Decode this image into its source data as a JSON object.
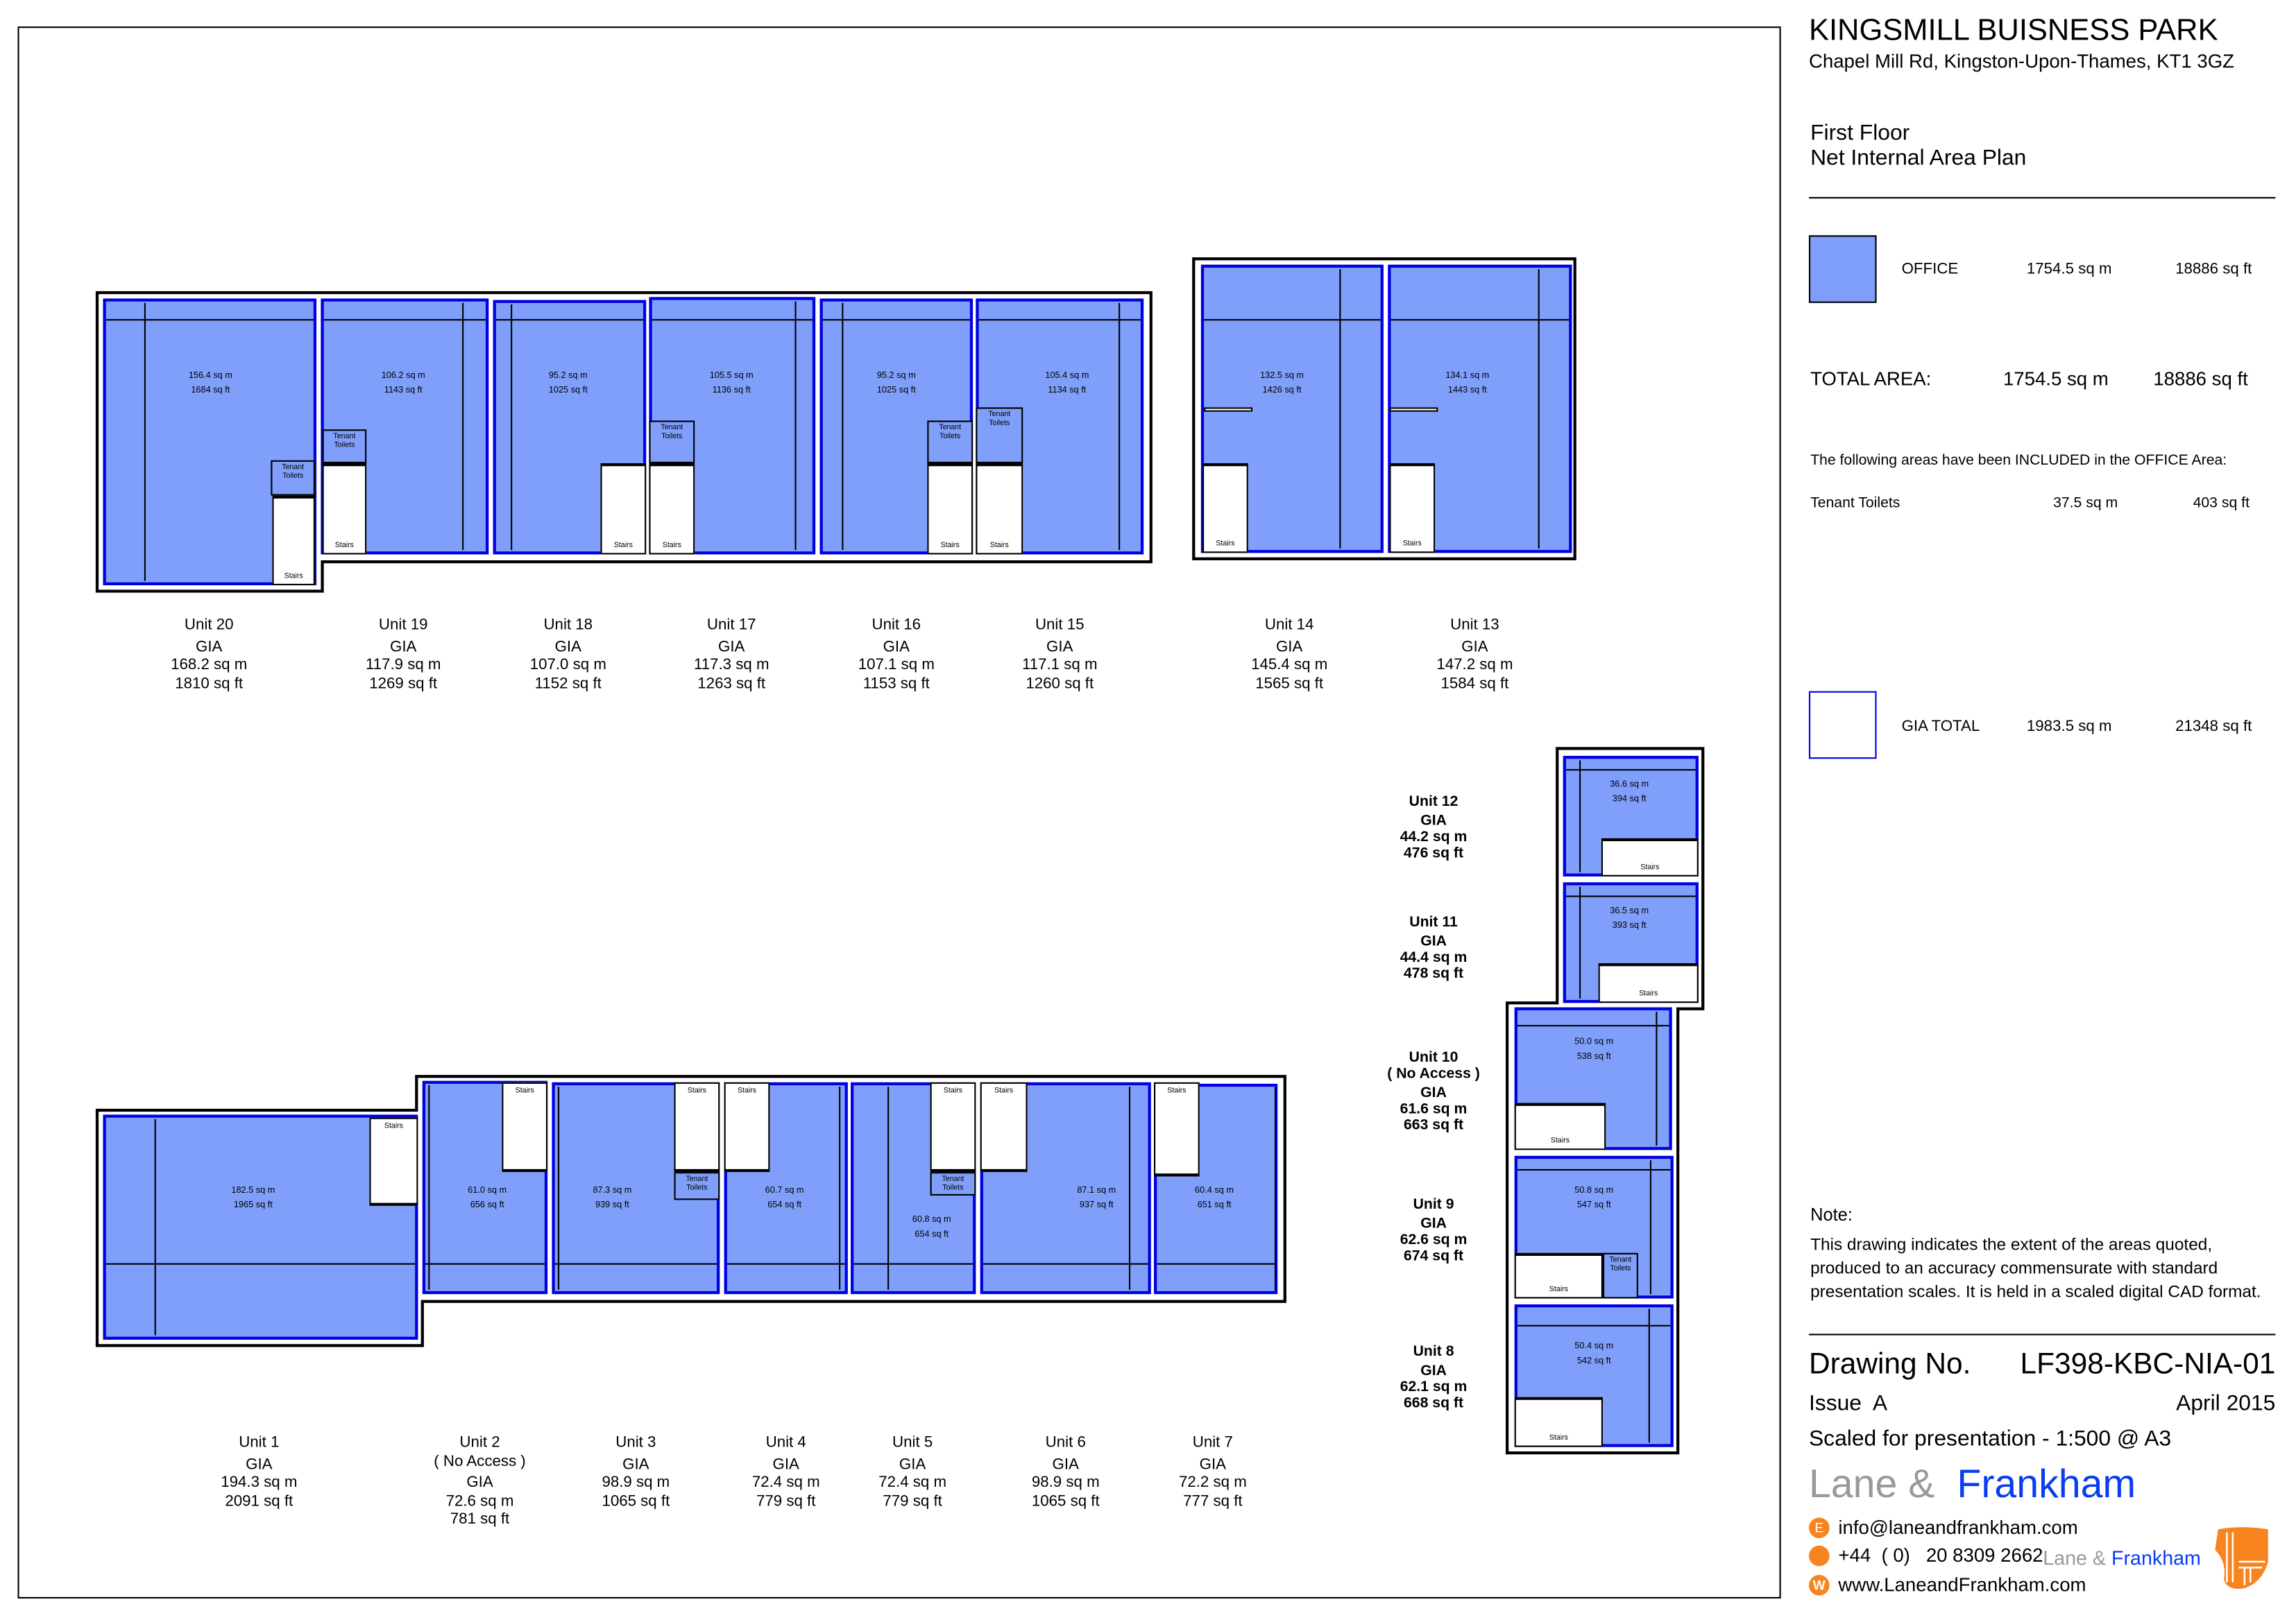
{
  "title": "KINGSMILL BUISNESS PARK",
  "address": "Chapel Mill Rd, Kingston-Upon-Thames, KT1 3GZ",
  "floor": "First Floor",
  "plan_type": "Net Internal Area Plan",
  "colors": {
    "office_fill": "#7f9ffa",
    "gia_outline": "#0000e0",
    "brand_orange": "#f7841e",
    "brand_blue": "#0a3cf0",
    "brand_gray": "#999999"
  },
  "legend": {
    "office": {
      "label": "OFFICE",
      "sqm": "1754.5 sq m",
      "sqft": "18886 sq ft"
    },
    "total": {
      "label": "TOTAL AREA:",
      "sqm": "1754.5 sq m",
      "sqft": "18886 sq ft"
    },
    "included_note": "The following areas have been INCLUDED in the OFFICE Area:",
    "included": {
      "label": "Tenant Toilets",
      "sqm": "37.5 sq m",
      "sqft": "403 sq ft"
    },
    "gia": {
      "label": "GIA TOTAL",
      "sqm": "1983.5 sq m",
      "sqft": "21348 sq ft"
    }
  },
  "rooms": {
    "stairs": "Stairs",
    "toilets": "Tenant Toilets"
  },
  "units": [
    {
      "id": "20",
      "label": "Unit 20",
      "note": "",
      "gia_label": "GIA",
      "gia_sqm": "168.2 sq m",
      "gia_sqft": "1810 sq ft",
      "office_sqm": "156.4 sq m",
      "office_sqft": "1684 sq ft"
    },
    {
      "id": "19",
      "label": "Unit 19",
      "note": "",
      "gia_label": "GIA",
      "gia_sqm": "117.9 sq m",
      "gia_sqft": "1269 sq ft",
      "office_sqm": "106.2 sq m",
      "office_sqft": "1143 sq ft"
    },
    {
      "id": "18",
      "label": "Unit 18",
      "note": "",
      "gia_label": "GIA",
      "gia_sqm": "107.0 sq m",
      "gia_sqft": "1152 sq ft",
      "office_sqm": "95.2 sq m",
      "office_sqft": "1025 sq ft"
    },
    {
      "id": "17",
      "label": "Unit 17",
      "note": "",
      "gia_label": "GIA",
      "gia_sqm": "117.3 sq m",
      "gia_sqft": "1263 sq ft",
      "office_sqm": "105.5 sq m",
      "office_sqft": "1136 sq ft"
    },
    {
      "id": "16",
      "label": "Unit 16",
      "note": "",
      "gia_label": "GIA",
      "gia_sqm": "107.1 sq m",
      "gia_sqft": "1153 sq ft",
      "office_sqm": "95.2 sq m",
      "office_sqft": "1025 sq ft"
    },
    {
      "id": "15",
      "label": "Unit 15",
      "note": "",
      "gia_label": "GIA",
      "gia_sqm": "117.1 sq m",
      "gia_sqft": "1260 sq ft",
      "office_sqm": "105.4 sq m",
      "office_sqft": "1134 sq ft"
    },
    {
      "id": "14",
      "label": "Unit 14",
      "note": "",
      "gia_label": "GIA",
      "gia_sqm": "145.4 sq m",
      "gia_sqft": "1565 sq ft",
      "office_sqm": "132.5 sq m",
      "office_sqft": "1426 sq ft"
    },
    {
      "id": "13",
      "label": "Unit 13",
      "note": "",
      "gia_label": "GIA",
      "gia_sqm": "147.2 sq m",
      "gia_sqft": "1584 sq ft",
      "office_sqm": "134.1 sq m",
      "office_sqft": "1443 sq ft"
    },
    {
      "id": "1",
      "label": "Unit 1",
      "note": "",
      "gia_label": "GIA",
      "gia_sqm": "194.3 sq m",
      "gia_sqft": "2091 sq ft",
      "office_sqm": "182.5 sq m",
      "office_sqft": "1965 sq ft"
    },
    {
      "id": "2",
      "label": "Unit 2",
      "note": "( No Access )",
      "gia_label": "GIA",
      "gia_sqm": "72.6 sq m",
      "gia_sqft": "781 sq ft",
      "office_sqm": "61.0 sq m",
      "office_sqft": "656 sq ft"
    },
    {
      "id": "3",
      "label": "Unit 3",
      "note": "",
      "gia_label": "GIA",
      "gia_sqm": "98.9 sq m",
      "gia_sqft": "1065 sq ft",
      "office_sqm": "87.3 sq m",
      "office_sqft": "939 sq ft"
    },
    {
      "id": "4",
      "label": "Unit 4",
      "note": "",
      "gia_label": "GIA",
      "gia_sqm": "72.4 sq m",
      "gia_sqft": "779 sq ft",
      "office_sqm": "60.7 sq m",
      "office_sqft": "654 sq ft"
    },
    {
      "id": "5",
      "label": "Unit 5",
      "note": "",
      "gia_label": "GIA",
      "gia_sqm": "72.4 sq m",
      "gia_sqft": "779 sq ft",
      "office_sqm": "60.8 sq m",
      "office_sqft": "654 sq ft"
    },
    {
      "id": "6",
      "label": "Unit 6",
      "note": "",
      "gia_label": "GIA",
      "gia_sqm": "98.9 sq m",
      "gia_sqft": "1065 sq ft",
      "office_sqm": "87.1 sq m",
      "office_sqft": "937 sq ft"
    },
    {
      "id": "7",
      "label": "Unit 7",
      "note": "",
      "gia_label": "GIA",
      "gia_sqm": "72.2 sq m",
      "gia_sqft": "777 sq ft",
      "office_sqm": "60.4 sq m",
      "office_sqft": "651 sq ft"
    },
    {
      "id": "12",
      "label": "Unit 12",
      "note": "",
      "gia_label": "GIA",
      "gia_sqm": "44.2 sq m",
      "gia_sqft": "476 sq ft",
      "office_sqm": "36.6 sq m",
      "office_sqft": "394 sq ft"
    },
    {
      "id": "11",
      "label": "Unit 11",
      "note": "",
      "gia_label": "GIA",
      "gia_sqm": "44.4 sq m",
      "gia_sqft": "478 sq ft",
      "office_sqm": "36.5 sq m",
      "office_sqft": "393 sq ft"
    },
    {
      "id": "10",
      "label": "Unit 10",
      "note": "( No Access )",
      "gia_label": "GIA",
      "gia_sqm": "61.6 sq m",
      "gia_sqft": "663 sq ft",
      "office_sqm": "50.0 sq m",
      "office_sqft": "538 sq ft"
    },
    {
      "id": "9",
      "label": "Unit 9",
      "note": "",
      "gia_label": "GIA",
      "gia_sqm": "62.6 sq m",
      "gia_sqft": "674 sq ft",
      "office_sqm": "50.8 sq m",
      "office_sqft": "547 sq ft"
    },
    {
      "id": "8",
      "label": "Unit 8",
      "note": "",
      "gia_label": "GIA",
      "gia_sqm": "62.1 sq m",
      "gia_sqft": "668 sq ft",
      "office_sqm": "50.4 sq m",
      "office_sqft": "542 sq ft"
    }
  ],
  "note": {
    "heading": "Note:",
    "lines": [
      "This drawing indicates the extent of the areas quoted,",
      "produced to an accuracy commensurate with standard",
      "presentation scales. It is held in a scaled digital CAD format."
    ]
  },
  "drawing": {
    "label": "Drawing No.",
    "number": "LF398-KBC-NIA-01",
    "issue": "Issue  A",
    "date": "April 2015",
    "scale": "Scaled for presentation - 1:500 @ A3"
  },
  "brand": {
    "name_part1": "Lane &",
    "name_part2": "Frankham",
    "email_icon": "E",
    "email": "info@laneandfrankham.com",
    "phone": "+44  ( 0)   20 8309 2662",
    "web_icon": "W",
    "web": "www.LaneandFrankham.com"
  }
}
